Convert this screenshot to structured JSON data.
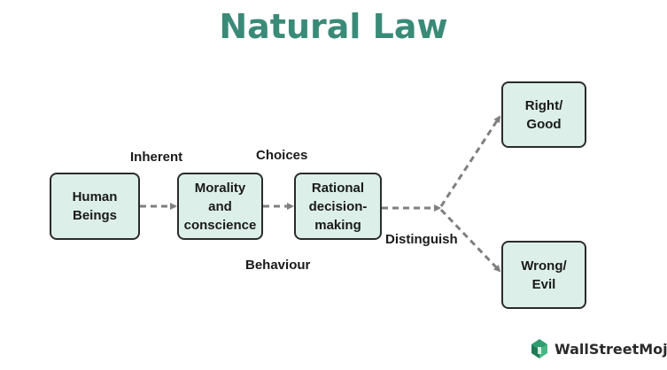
{
  "title": "Natural Law",
  "colors": {
    "title": "#3a8a78",
    "node_fill": "#dcefe8",
    "node_border": "#2b2b2b",
    "edge": "#7f7f7f",
    "logo_green": "#2f9e6e"
  },
  "nodes": {
    "human_beings": "Human\nBeings",
    "morality": "Morality\nand\nconscience",
    "rational": "Rational\ndecision-\nmaking",
    "right": "Right/\nGood",
    "wrong": "Wrong/\nEvil"
  },
  "labels": {
    "inherent": "Inherent",
    "choices": "Choices",
    "behaviour": "Behaviour",
    "distinguish": "Distinguish"
  },
  "edges": [
    {
      "from": "Human Beings",
      "to": "Morality and conscience",
      "style": "dashed-arrow"
    },
    {
      "from": "Morality and conscience",
      "to": "Rational decision-making",
      "style": "dashed-arrow"
    },
    {
      "from": "Rational decision-making",
      "to": "branch",
      "style": "dashed-arrow"
    },
    {
      "from": "branch",
      "to": "Right/ Good",
      "style": "dashed-arrow"
    },
    {
      "from": "branch",
      "to": "Wrong/ Evil",
      "style": "dashed-arrow"
    }
  ],
  "logo": {
    "text": "WallStreetMojo",
    "icon": "wallstreetmojo-logo-icon"
  }
}
